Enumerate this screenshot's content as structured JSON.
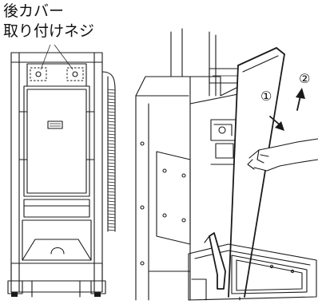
{
  "caption": {
    "line1": "後カバー",
    "line2": "取り付けネジ"
  },
  "steps": {
    "step1": "①",
    "step2": "②"
  },
  "icons": [
    "screw-icon",
    "arrow-push-icon",
    "arrow-lift-icon",
    "hand-icon"
  ]
}
